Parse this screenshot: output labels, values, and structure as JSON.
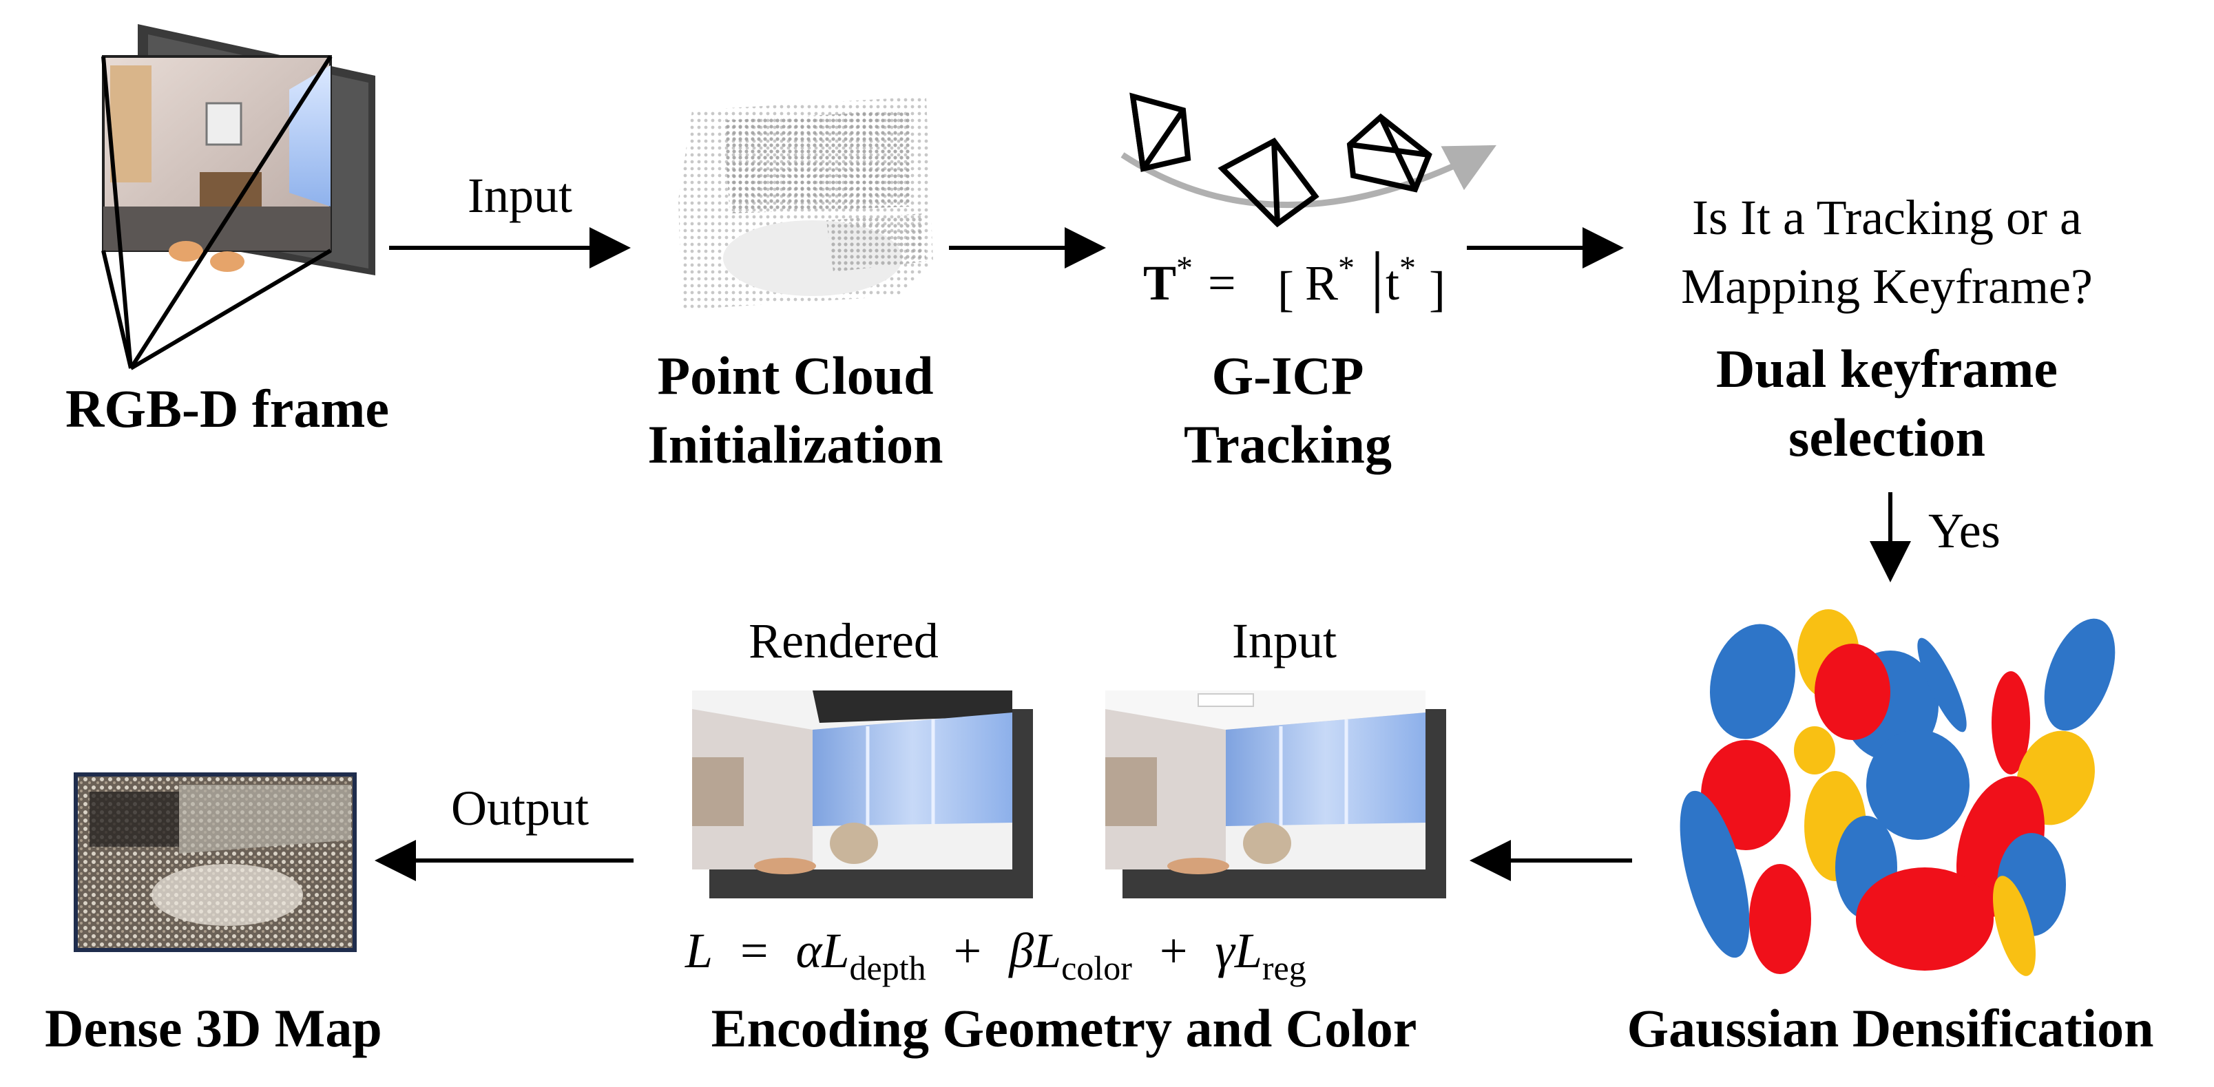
{
  "nodes": {
    "rgbd": {
      "title": "RGB-D frame"
    },
    "point_cloud": {
      "title_line1": "Point Cloud",
      "title_line2": "Initialization"
    },
    "gicp": {
      "title_line1": "G-ICP",
      "title_line2": "Tracking"
    },
    "dual_keyframe": {
      "question_line1": "Is It a Tracking or a",
      "question_line2": "Mapping Keyframe?",
      "title_line1": "Dual keyframe",
      "title_line2": "selection"
    },
    "gaussian": {
      "title": "Gaussian Densification"
    },
    "encoding": {
      "rendered_label": "Rendered",
      "input_label": "Input",
      "title": "Encoding Geometry and Color"
    },
    "dense_map": {
      "title": "Dense 3D Map"
    }
  },
  "edges": {
    "input_label": "Input",
    "output_label": "Output",
    "yes_label": "Yes"
  },
  "formulas": {
    "pose": {
      "T": "T",
      "star": "*",
      "eq": "=",
      "R": "R",
      "t": "t"
    },
    "loss": {
      "L": "L",
      "eq": "=",
      "alpha": "α",
      "beta": "β",
      "gamma": "γ",
      "plus": "+",
      "sub_depth": "depth",
      "sub_color": "color",
      "sub_reg": "reg"
    }
  },
  "colors": {
    "gaussian_blue": "#2E75C8",
    "gaussian_red": "#F0101A",
    "gaussian_yellow": "#F9C013",
    "arrow": "#000000",
    "trajectory_arc": "#B0B0B0"
  },
  "icons": {
    "rgbd": "camera-frustum-with-image",
    "point_cloud": "point-cloud-icon",
    "camera_poses": "camera-pose-pyramid-icon",
    "gaussians": "gaussian-ellipses-icon",
    "rendered_image": "rendered-room-image",
    "input_image": "input-room-image",
    "dense_map": "dense-map-thumbnail"
  }
}
